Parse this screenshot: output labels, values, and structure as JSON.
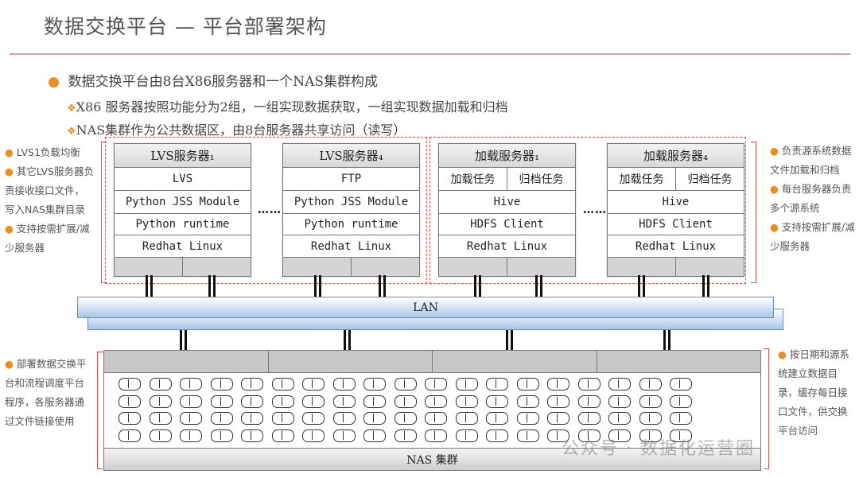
{
  "title": "数据交换平台 — 平台部署架构",
  "bullets": {
    "main": "数据交换平台由8台X86服务器和一个NAS集群构成",
    "sub1": "X86 服务器按照功能分为2组，一组实现数据获取，一组实现数据加载和归档",
    "sub2": "NAS集群作为公共数据区，由8台服务器共享访问（读写）"
  },
  "servers": [
    {
      "name": "LVS服务器₁",
      "rows": [
        "LVS",
        "Python JSS Module",
        "Python runtime",
        "Redhat Linux"
      ]
    },
    {
      "name": "LVS服务器₄",
      "rows": [
        "FTP",
        "Python JSS Module",
        "Python runtime",
        "Redhat Linux"
      ]
    },
    {
      "name": "加载服务器₁",
      "split": [
        "加载任务",
        "归档任务"
      ],
      "rows": [
        "Hive",
        "HDFS Client",
        "Redhat Linux"
      ]
    },
    {
      "name": "加载服务器₄",
      "split": [
        "加载任务",
        "归档任务"
      ],
      "rows": [
        "Hive",
        "HDFS Client",
        "Redhat Linux"
      ]
    }
  ],
  "ellipsis": "……",
  "lan_label": "LAN",
  "nas_label": "NAS 集群",
  "notes": {
    "left_top": [
      "LVS1负载均衡",
      "其它LVS服务器负责接收接口文件，写入NAS集群目录",
      "支持按需扩展/减少服务器"
    ],
    "left_bottom": "部署数据交换平台和流程调度平台程序，各服务器通过文件链接使用",
    "right_top": [
      "负责源系统数据文件加载和归档",
      "每台服务器负责多个源系统",
      "支持按需扩展/减少服务器"
    ],
    "right_bottom": "按日期和源系统建立数据目录，缓存每日接口文件，供交换平台访问"
  },
  "watermark": "公众号 · 数据化运营圈",
  "colors": {
    "accent": "#f08c1a",
    "dash": "#e05050",
    "lan": "#cfe0f4"
  }
}
